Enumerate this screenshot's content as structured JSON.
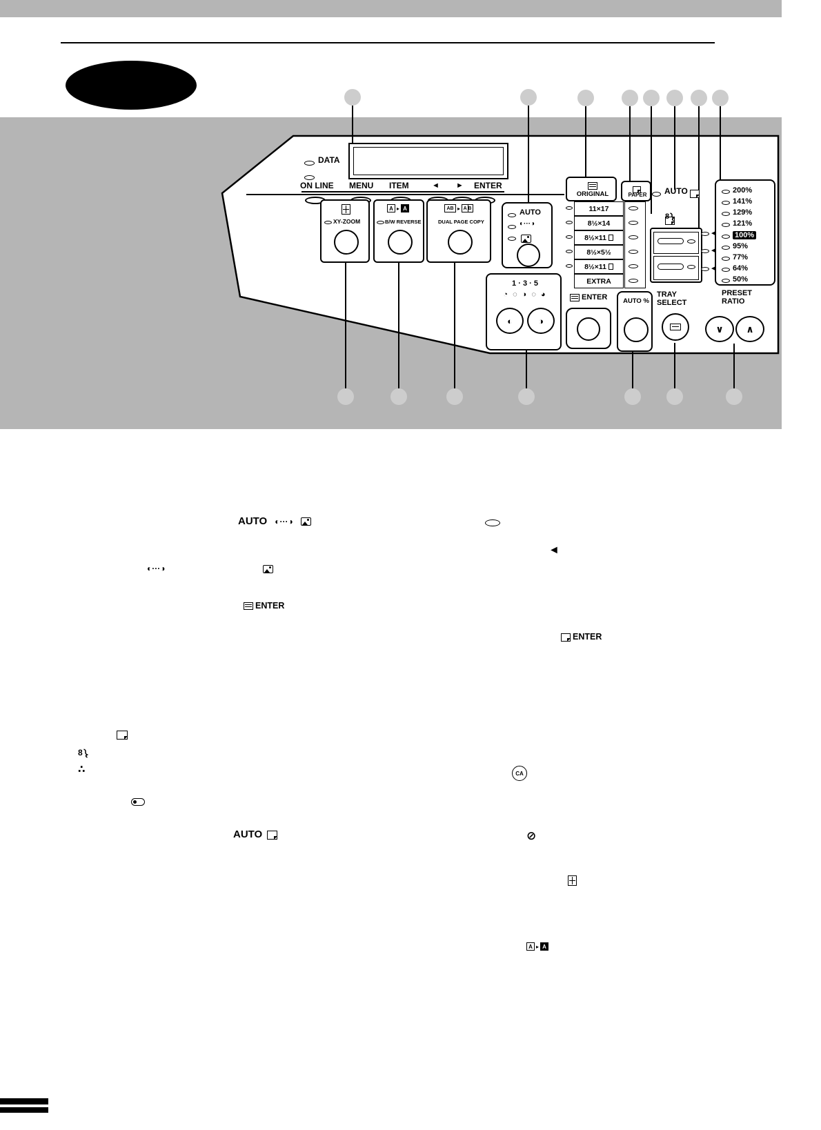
{
  "colors": {
    "banner_gray": "#b5b5b5",
    "callout_gray": "#cdcdcd",
    "black": "#000000",
    "white": "#ffffff"
  },
  "glyphs": {
    "arrow_left": "◄",
    "arrow_right": "►",
    "tray_arrow": "◄",
    "manual_exposure": "◐···◑",
    "toner": "∴",
    "interrupt": "⊘",
    "misfeed_8": "8"
  },
  "panel": {
    "display": {
      "data": "DATA",
      "online": "ON LINE",
      "menu": "MENU",
      "item": "ITEM",
      "arrow_left": "◄",
      "arrow_right": "►",
      "enter": "ENTER"
    },
    "features": [
      {
        "label": "XY-ZOOM"
      },
      {
        "label": "B/W REVERSE"
      },
      {
        "label": "DUAL PAGE COPY"
      }
    ],
    "icon_a": "A",
    "icon_ab": "AB",
    "icon_ab2": "A B",
    "exposure": {
      "auto": "AUTO",
      "manual_glyph": "◐···◑",
      "scale_title": "1 · 3 · 5",
      "scale_row": "◔ ◌ ◑ ◌ ◕",
      "lighten": "◐",
      "darken": "◑"
    },
    "original_label": "ORIGINAL",
    "paper_label": "PAPER",
    "sizes": [
      "11×17",
      "8½×14",
      "8½×11",
      "8½×5½",
      "8½×11",
      "EXTRA"
    ],
    "auto_paper": "AUTO",
    "enter_original": "ENTER",
    "auto_percent": "AUTO %",
    "tray_line1": "TRAY",
    "tray_line2": "SELECT",
    "preset_line1": "PRESET",
    "preset_line2": "RATIO",
    "ratios": [
      "200%",
      "141%",
      "129%",
      "121%",
      "100%",
      "95%",
      "77%",
      "64%",
      "50%"
    ],
    "selected_ratio": "100%",
    "zoom_down": "∨",
    "zoom_up": "∧"
  },
  "body": {
    "auto_exposure": "AUTO",
    "enter_book": "ENTER",
    "enter_paper": "ENTER",
    "ca": "CA",
    "auto_paper": "AUTO"
  }
}
